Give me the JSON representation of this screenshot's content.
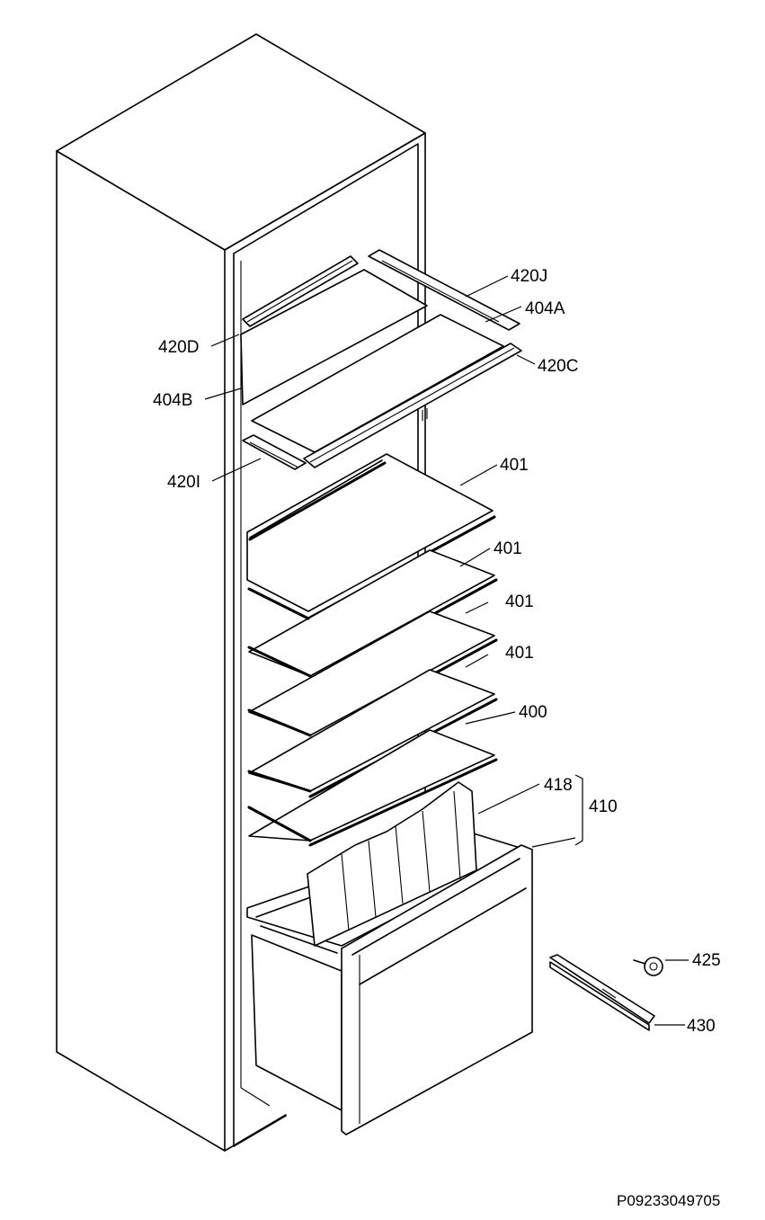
{
  "diagram": {
    "drawing_number": "P09233049705",
    "labels": {
      "p420J": "420J",
      "p404A": "404A",
      "p420D": "420D",
      "p420C": "420C",
      "p404B": "404B",
      "p420I": "420I",
      "p401a": "401",
      "p401b": "401",
      "p401c": "401",
      "p401d": "401",
      "p400": "400",
      "p418": "418",
      "p410": "410",
      "p425": "425",
      "p430": "430"
    }
  }
}
